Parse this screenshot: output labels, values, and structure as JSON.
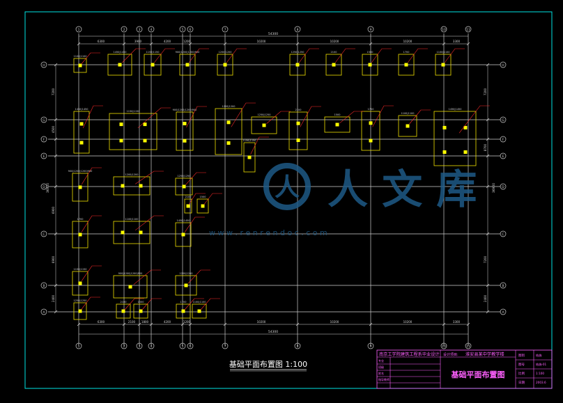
{
  "drawing": {
    "title": "基础平面布置图 1:100",
    "colors": {
      "background": "#000000",
      "frame": "#00e5e5",
      "grid": "#cfcfcf",
      "footing": "#f0e000",
      "column": "#ffff00",
      "leader": "#ff2a2a",
      "dimension": "#d8d8d8",
      "titleText": "#ff60ff",
      "watermark": "#1e5a86"
    }
  },
  "grid": {
    "vertical": [
      {
        "label": "1"
      },
      {
        "label": "2"
      },
      {
        "label": "3"
      },
      {
        "label": "4"
      },
      {
        "label": "5"
      },
      {
        "label": "6"
      },
      {
        "label": "7"
      },
      {
        "label": "8"
      },
      {
        "label": "9"
      },
      {
        "label": "10"
      },
      {
        "label": "11"
      }
    ],
    "horizontal": [
      {
        "label": "H"
      },
      {
        "label": "G"
      },
      {
        "label": "F"
      },
      {
        "label": "E"
      },
      {
        "label": "D"
      },
      {
        "label": "C"
      },
      {
        "label": "B"
      },
      {
        "label": "A"
      }
    ]
  },
  "dimensions": {
    "overall_top": "54300",
    "overall_bottom": "54300",
    "overall_left": "36900",
    "overall_right": "36900",
    "bottom": [
      "6300",
      "2100",
      "1800",
      "4200",
      "1200",
      "10200",
      "10200",
      "10200",
      "3300"
    ],
    "top": [
      "6300",
      "3900",
      "4200",
      "1200",
      "10200",
      "10200",
      "10200",
      "3300"
    ],
    "left": [
      "7200",
      "4500",
      "6900",
      "6900",
      "2400"
    ],
    "right": [
      "7200",
      "8700",
      "7200",
      "2400"
    ]
  },
  "footing_labels": [
    "1100|1100",
    "1450|1450",
    "1150|1150",
    "900|1200|1200|900",
    "1200|1200",
    "1250|1250",
    "2100",
    "1500",
    "1700"
  ],
  "title_block": {
    "school": "南京工学院建筑工程系毕业设计",
    "project_label": "设计项目:",
    "project": "淮安县某中学教学楼",
    "sheet_title": "基础平面布置图",
    "rows": [
      "专业",
      "班级",
      "姓名",
      "指导教师"
    ],
    "right_rows": [
      "图别",
      "图号",
      "比例",
      "日期"
    ],
    "right_values": [
      "结施",
      "结施-01",
      "1:100",
      "2003.6"
    ]
  },
  "watermark": {
    "text": "人 文 库",
    "url": "w w w . r e n r e n d o c . c o m"
  }
}
